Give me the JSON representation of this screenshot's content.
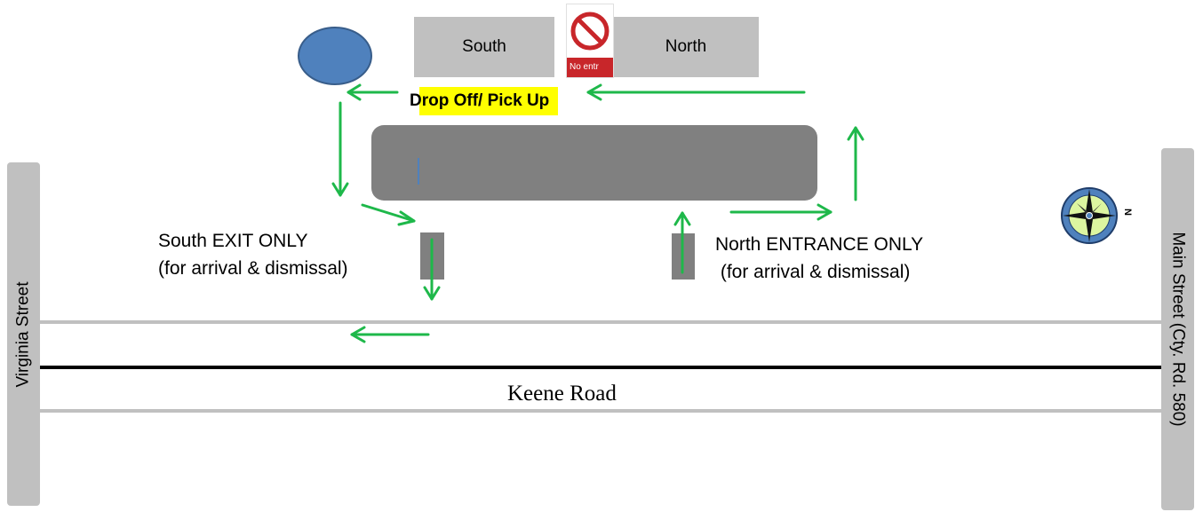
{
  "parking": {
    "south_label": "South",
    "north_label": "North"
  },
  "no_entry_sign": {
    "text": "No entr",
    "icon": "no-entry-icon",
    "band_color": "#c8262a"
  },
  "drop_off_label": "Drop Off/ Pick Up",
  "south_exit": "South EXIT ONLY\n(for arrival & dismissal)",
  "north_entrance": "North ENTRANCE ONLY\n (for arrival & dismissal)",
  "roads": {
    "virginia": "Virginia  Street",
    "main": "Main Street (Cty. Rd. 580)",
    "keene": "Keene Road"
  },
  "compass": {
    "icon": "compass-icon",
    "letter": "N"
  },
  "colors": {
    "arrow": "#1eb84a",
    "building": "#808080",
    "road": "#c0c0c0",
    "highlight": "#ffff00",
    "circle": "#4f81bd"
  }
}
